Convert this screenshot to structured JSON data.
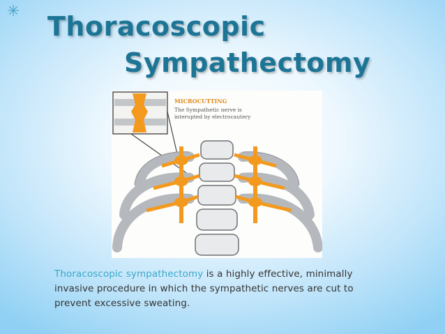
{
  "slide": {
    "title_line1": "Thoracoscopic",
    "title_line2": "Sympathectomy",
    "bullet_icon": "asterisk-star-icon",
    "figure": {
      "label_title": "MICROCUTTING",
      "label_line1": "The Sympathetic nerve is",
      "label_line2": "interupted by electrocautery"
    },
    "caption": {
      "link_text": "Thoracoscopic sympathectomy ",
      "body_text": "is a highly effective, minimally invasive procedure in which the sympathetic nerves are cut to prevent excessive sweating."
    }
  },
  "colors": {
    "title": "#1d7596",
    "link": "#3aa7c9",
    "nerve_orange": "#f39a1e",
    "rib_gray": "#b5b8bc"
  }
}
